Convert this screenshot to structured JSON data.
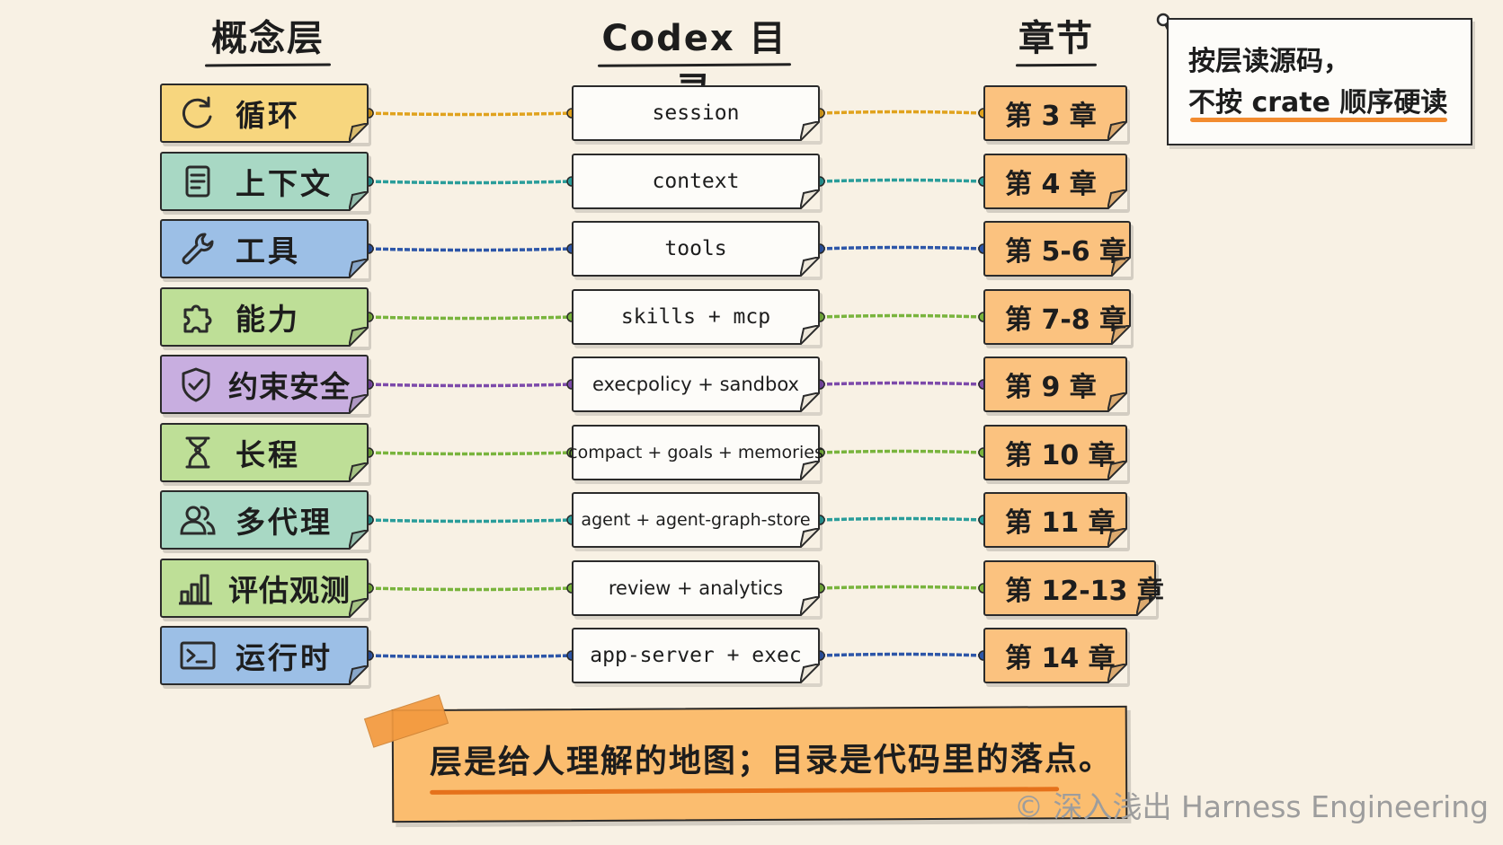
{
  "headers": {
    "concept": "概念层",
    "codex": "Codex 目录",
    "chapter": "章节"
  },
  "rows": [
    {
      "concept": "循环",
      "icon": "cycle-icon",
      "color": "#f7d67e",
      "wire": "#e0a21d",
      "codex": "session",
      "chapter": "第 3 章"
    },
    {
      "concept": "上下文",
      "icon": "scroll-icon",
      "color": "#a8d8c4",
      "wire": "#2a9d9a",
      "codex": "context",
      "chapter": "第 4 章"
    },
    {
      "concept": "工具",
      "icon": "wrench-icon",
      "color": "#9cbfe6",
      "wire": "#2d56a8",
      "codex": "tools",
      "chapter": "第 5-6 章"
    },
    {
      "concept": "能力",
      "icon": "puzzle-icon",
      "color": "#bedf97",
      "wire": "#79b43d",
      "codex": "skills + mcp",
      "chapter": "第 7-8 章"
    },
    {
      "concept": "约束安全",
      "icon": "shield-icon",
      "color": "#c8aee0",
      "wire": "#7d4aaa",
      "codex": "execpolicy + sandbox",
      "chapter": "第 9 章"
    },
    {
      "concept": "长程",
      "icon": "hourglass-icon",
      "color": "#bedf97",
      "wire": "#79b43d",
      "codex": "compact + goals + memories",
      "chapter": "第 10 章"
    },
    {
      "concept": "多代理",
      "icon": "users-icon",
      "color": "#a8d8c4",
      "wire": "#2a9d9a",
      "codex": "agent + agent-graph-store",
      "chapter": "第 11 章"
    },
    {
      "concept": "评估观测",
      "icon": "bar-chart-icon",
      "color": "#bedf97",
      "wire": "#79b43d",
      "codex": "review + analytics",
      "chapter": "第 12-13 章"
    },
    {
      "concept": "运行时",
      "icon": "terminal-icon",
      "color": "#9cbfe6",
      "wire": "#2d56a8",
      "codex": "app-server + exec",
      "chapter": "第 14 章"
    }
  ],
  "note": {
    "line1": "按层读源码，",
    "line2": "不按 crate 顺序硬读"
  },
  "banner": "层是给人理解的地图；目录是代码里的落点。",
  "watermark": "© 深入浅出 Harness Engineering",
  "colors": {
    "background": "#f8f1e4",
    "chapter_fill": "#fbc27f",
    "banner_fill": "#fbbd6f",
    "accent_underline": "#f28b2f"
  }
}
